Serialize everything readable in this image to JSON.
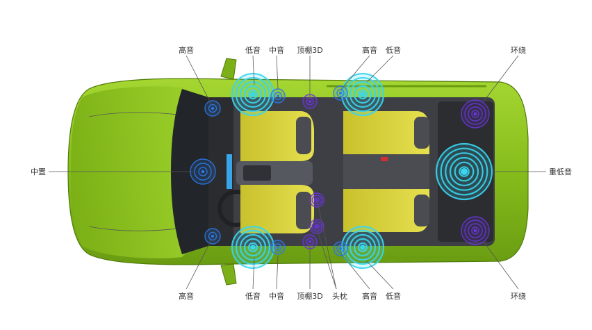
{
  "labels": {
    "top_tweeter_left": "高音",
    "top_woofer_left": "低音",
    "top_mid_left": "中音",
    "top_roof3d": "顶棚3D",
    "top_tweeter_right": "高音",
    "top_woofer_right": "低音",
    "top_surround": "环绕",
    "center": "中置",
    "subwoofer": "重低音",
    "bottom_tweeter_left": "高音",
    "bottom_woofer_left": "低音",
    "bottom_mid_left": "中音",
    "bottom_roof3d": "顶棚3D",
    "bottom_headrest": "头枕",
    "bottom_tweeter_right": "高音",
    "bottom_woofer_right": "低音",
    "bottom_surround": "环绕"
  },
  "icons": {
    "speaker_ring": "concentric-ring-speaker-icon"
  },
  "colors": {
    "car_body": "#8cc21f",
    "car_body_dark": "#5f8f10",
    "seat": "#d9d23a",
    "cabin": "#3d3f44",
    "glass": "#1e2126",
    "ring_cyan": "#38d6f0",
    "ring_blue": "#2c78e6",
    "ring_violet": "#6a35d8",
    "label": "#333333",
    "leader": "#555555"
  }
}
